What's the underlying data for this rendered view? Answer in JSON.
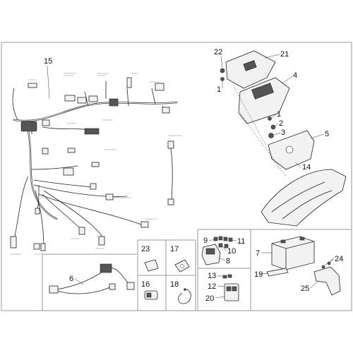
{
  "callouts": {
    "c1a": "1",
    "c1b": "1",
    "c2": "2",
    "c3": "3",
    "c4": "4",
    "c5": "5",
    "c6": "6",
    "c7": "7",
    "c8": "8",
    "c9": "9",
    "c10": "10",
    "c11": "11",
    "c12": "12",
    "c13": "13",
    "c14": "14",
    "c15": "15",
    "c16": "16",
    "c17": "17",
    "c18": "18",
    "c19": "19",
    "c20": "20",
    "c21": "21",
    "c22": "22",
    "c23": "23",
    "c24": "24",
    "c25": "25"
  }
}
